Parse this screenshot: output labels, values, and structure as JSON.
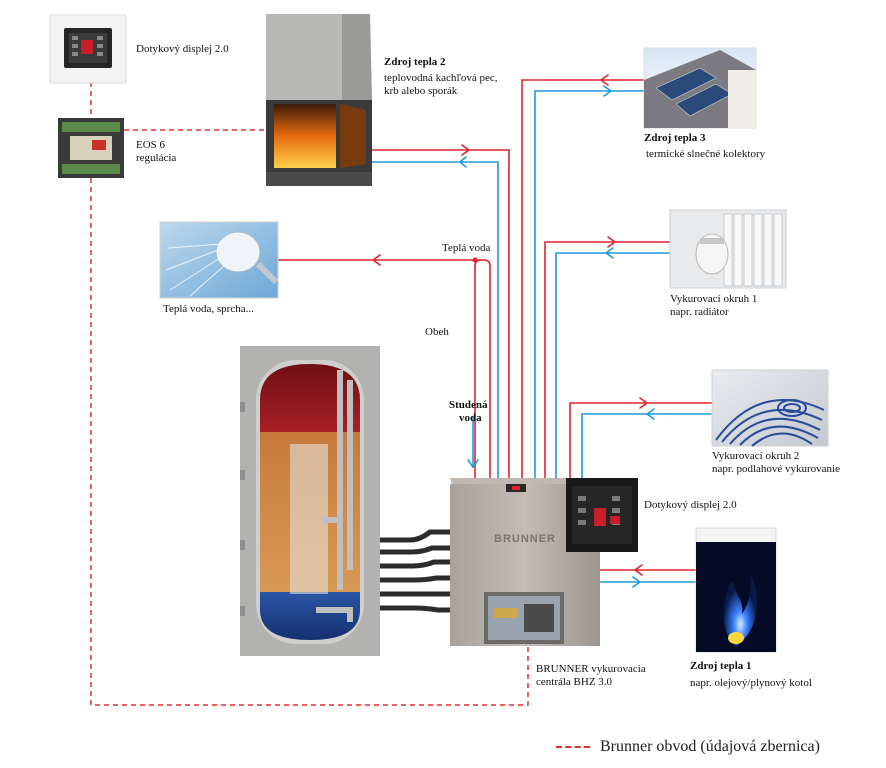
{
  "labels": {
    "display_top": "Dotykový displej 2.0",
    "eos_line1": "EOS 6",
    "eos_line2": "regulácia",
    "source2_title": "Zdroj tepla 2",
    "source2_line1": "teplovodná kachľová pec,",
    "source2_line2": "krb alebo sporák",
    "source3_title": "Zdroj tepla 3",
    "source3_line1": "termické slnečné kolektory",
    "hot_water_tap": "Teplá voda",
    "hot_water_shower": "Teplá voda, sprcha...",
    "circulation": "Obeh",
    "cold_water_line1": "Studená",
    "cold_water_line2": "voda",
    "circuit1_line1": "Vykurovací okruh 1",
    "circuit1_line2": "napr. radiátor",
    "circuit2_line1": "Vykurovací okruh 2",
    "circuit2_line2": "napr. podlahové vykurovanie",
    "display_right": "Dotykový displej 2.0",
    "brunner_line1": "BRUNNER vykurovacia",
    "brunner_line2": "centrála BHZ 3.0",
    "source1_title": "Zdroj tepla 1",
    "source1_line1": "napr. olejový/plynový kotol",
    "unit_brand": "BRUNNER",
    "legend": "Brunner obvod (údajová zbernica)"
  },
  "colors": {
    "hot": "#e0242e",
    "cold": "#1e9ad8",
    "bus": "#e03030"
  }
}
